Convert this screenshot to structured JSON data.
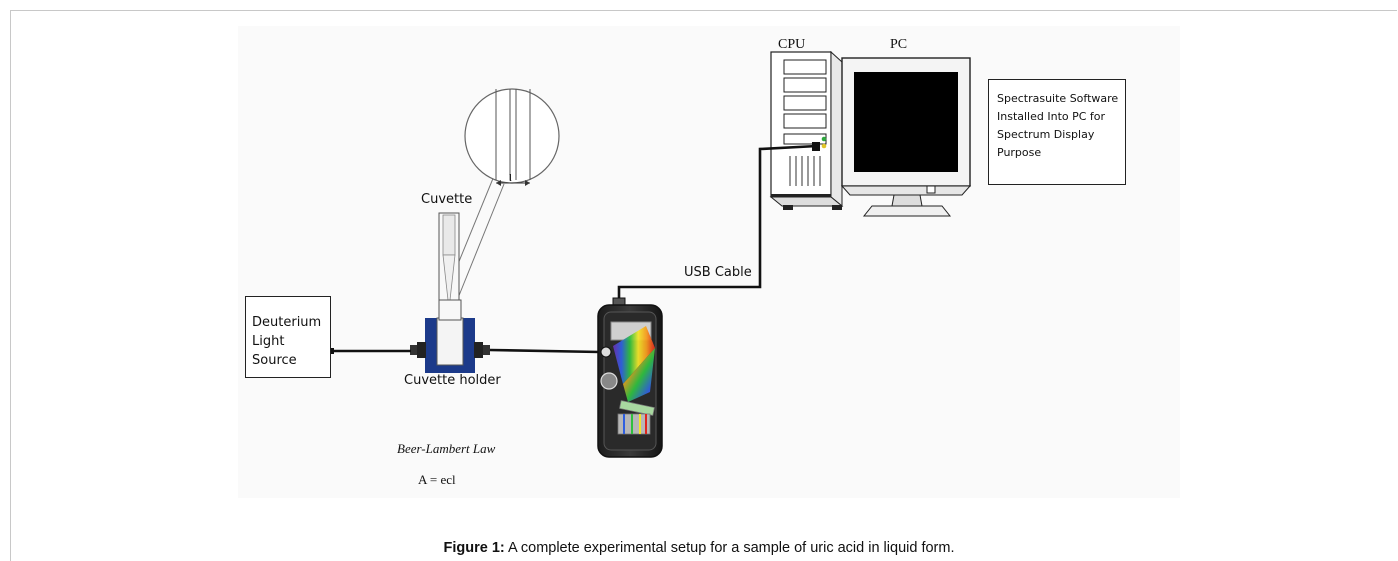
{
  "labels": {
    "cpu": "CPU",
    "pc": "PC",
    "software": [
      "Spectrasuite Software",
      "Installed Into PC for",
      "Spectrum Display",
      "Purpose"
    ],
    "cuvette": "Cuvette",
    "path_length": "l",
    "usb_cable": "USB Cable",
    "light_source": [
      "Deuterium",
      "Light Source"
    ],
    "cuvette_holder": "Cuvette holder",
    "law_title": "Beer-Lambert Law",
    "law_equation": "A = ecl"
  },
  "caption": {
    "label": "Figure 1:",
    "text": " A complete experimental setup for a sample of uric acid in liquid form."
  }
}
